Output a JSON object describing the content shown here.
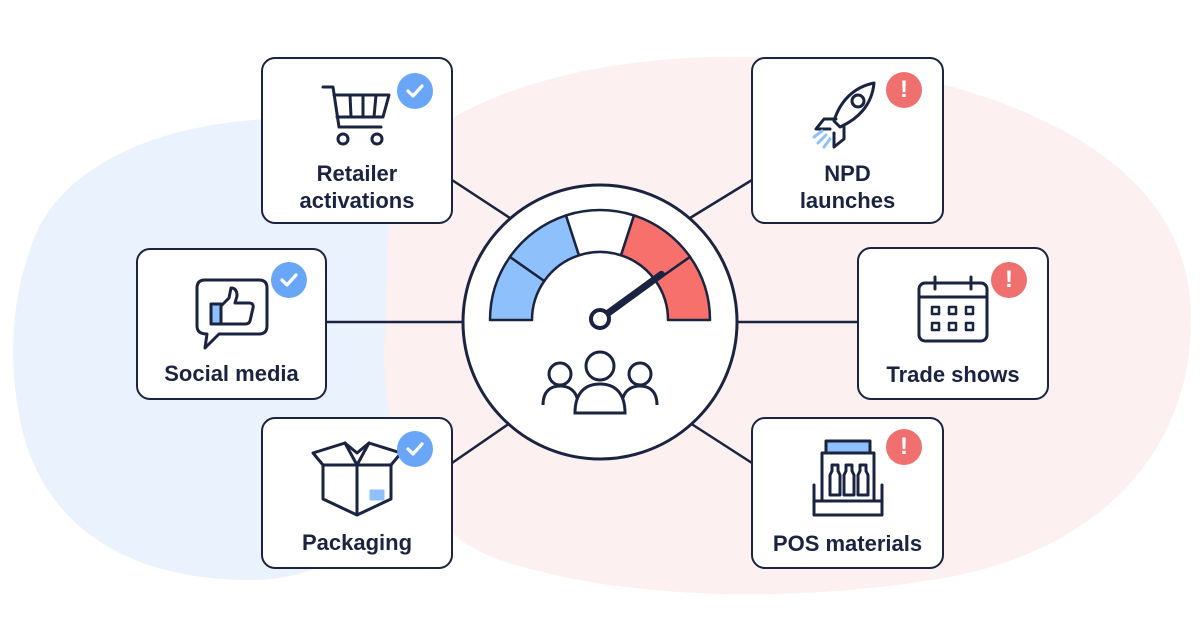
{
  "colors": {
    "outline": "#1a2440",
    "positive": "#6aa6f8",
    "warning": "#f07070",
    "gauge_blue": "#8ec0fb",
    "gauge_red": "#f8706c",
    "bg_blue": "#eaf2fd",
    "bg_red": "#fdf0f0"
  },
  "hub": {
    "icon": "speedometer-icon",
    "audience_icon": "people-group-icon",
    "needle_level": 0.8
  },
  "cards": [
    {
      "id": "retailer",
      "label_lines": [
        "Retailer",
        "activations"
      ],
      "icon": "shopping-cart-icon",
      "status": "ok"
    },
    {
      "id": "social",
      "label_lines": [
        "Social media"
      ],
      "icon": "thumbs-up-chat-icon",
      "status": "ok"
    },
    {
      "id": "packaging",
      "label_lines": [
        "Packaging"
      ],
      "icon": "open-box-icon",
      "status": "ok"
    },
    {
      "id": "npd",
      "label_lines": [
        "NPD",
        "launches"
      ],
      "icon": "rocket-icon",
      "status": "warn"
    },
    {
      "id": "trade",
      "label_lines": [
        "Trade shows"
      ],
      "icon": "calendar-icon",
      "status": "warn"
    },
    {
      "id": "pos",
      "label_lines": [
        "POS materials"
      ],
      "icon": "display-stand-icon",
      "status": "warn"
    }
  ]
}
